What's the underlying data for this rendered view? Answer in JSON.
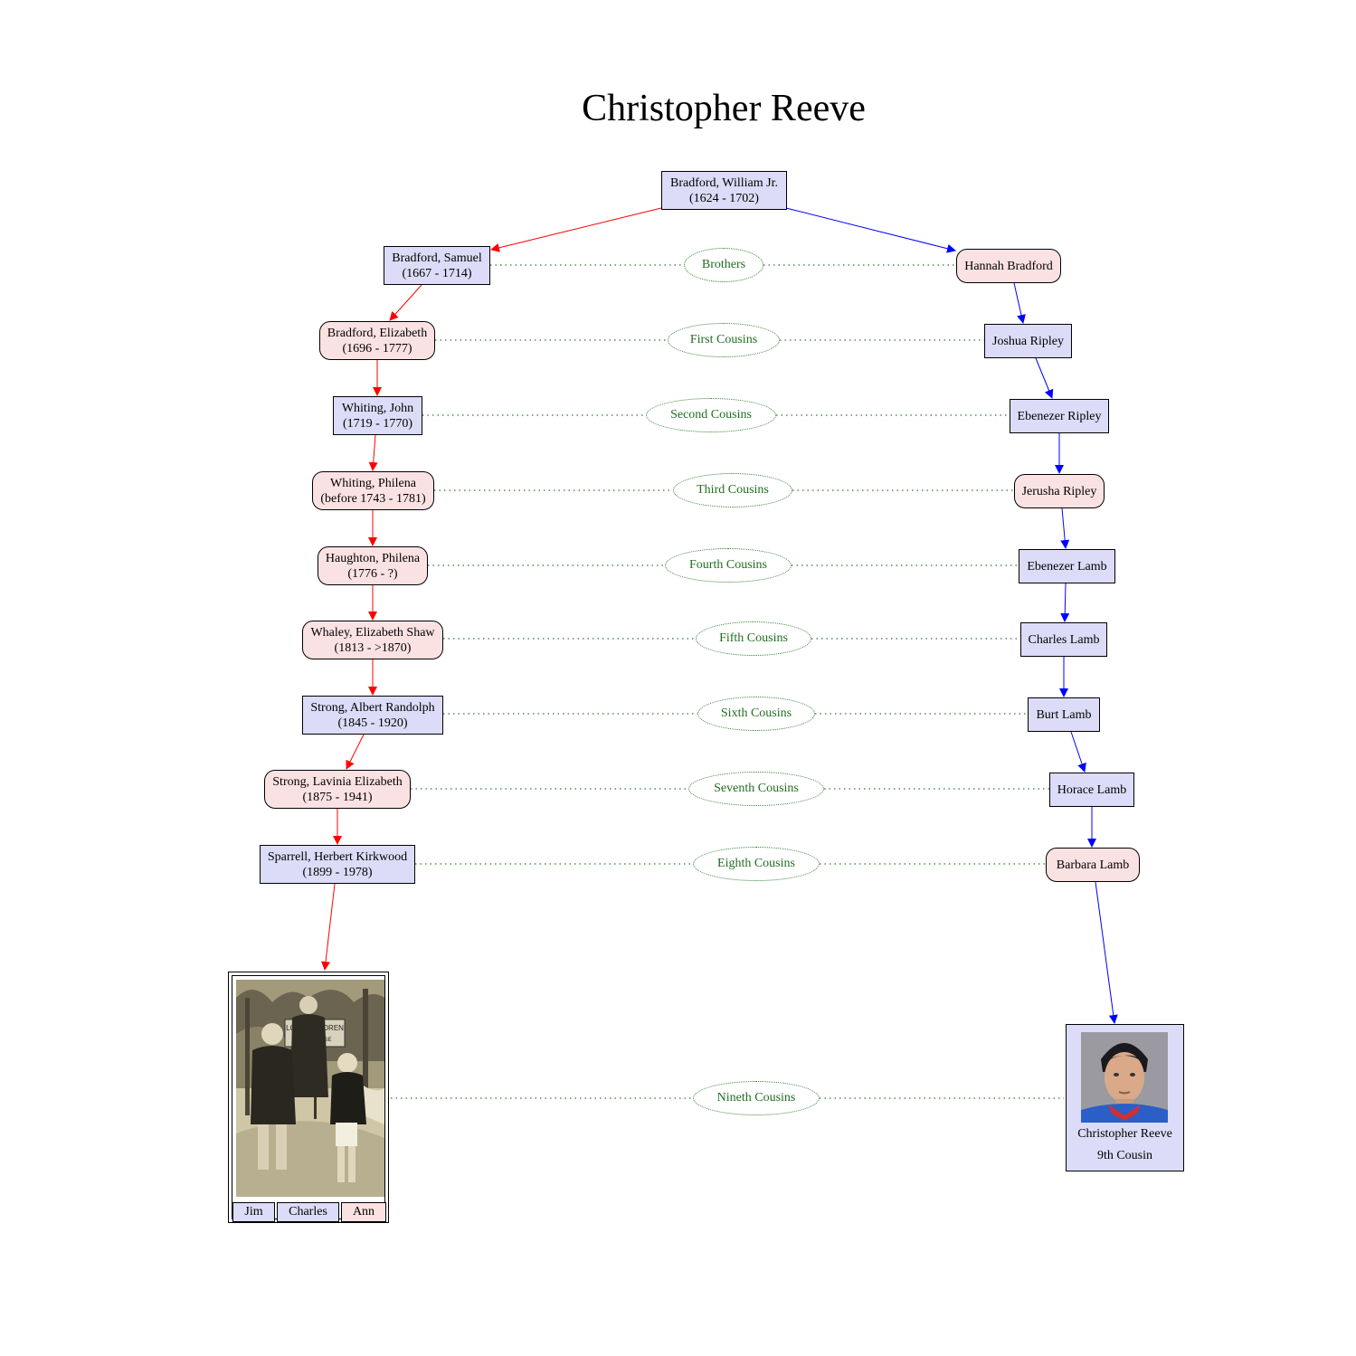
{
  "title": "Christopher Reeve",
  "root": {
    "name": "Bradford, William Jr.",
    "dates": "(1624 - 1702)",
    "sex": "male"
  },
  "left_line": [
    {
      "name": "Bradford, Samuel",
      "dates": "(1667 - 1714)",
      "sex": "male"
    },
    {
      "name": "Bradford, Elizabeth",
      "dates": "(1696 - 1777)",
      "sex": "female"
    },
    {
      "name": "Whiting, John",
      "dates": "(1719 - 1770)",
      "sex": "male"
    },
    {
      "name": "Whiting, Philena",
      "dates": "(before 1743 - 1781)",
      "sex": "female"
    },
    {
      "name": "Haughton, Philena",
      "dates": "(1776 - ?)",
      "sex": "female"
    },
    {
      "name": "Whaley, Elizabeth Shaw",
      "dates": "(1813 - >1870)",
      "sex": "female"
    },
    {
      "name": "Strong, Albert Randolph",
      "dates": "(1845 - 1920)",
      "sex": "male"
    },
    {
      "name": "Strong, Lavinia Elizabeth",
      "dates": "(1875 - 1941)",
      "sex": "female"
    },
    {
      "name": "Sparrell, Herbert Kirkwood",
      "dates": "(1899 - 1978)",
      "sex": "male"
    }
  ],
  "right_line": [
    {
      "name": "Hannah Bradford",
      "sex": "female"
    },
    {
      "name": "Joshua Ripley",
      "sex": "male"
    },
    {
      "name": "Ebenezer Ripley",
      "sex": "male"
    },
    {
      "name": "Jerusha Ripley",
      "sex": "female"
    },
    {
      "name": "Ebenezer Lamb",
      "sex": "male"
    },
    {
      "name": "Charles Lamb",
      "sex": "male"
    },
    {
      "name": "Burt Lamb",
      "sex": "male"
    },
    {
      "name": "Horace Lamb",
      "sex": "male"
    },
    {
      "name": "Barbara Lamb",
      "sex": "female"
    }
  ],
  "relationships": [
    "Brothers",
    "First Cousins",
    "Second Cousins",
    "Third Cousins",
    "Fourth Cousins",
    "Fifth Cousins",
    "Sixth Cousins",
    "Seventh Cousins",
    "Eighth Cousins",
    "Nineth Cousins"
  ],
  "photo_children": [
    {
      "name": "Jim",
      "sex": "male"
    },
    {
      "name": "Charles",
      "sex": "male"
    },
    {
      "name": "Ann",
      "sex": "female"
    }
  ],
  "photo_sign": "LOST CHILDREN",
  "photo_sign_sub": "LION HOUSE",
  "reeve": {
    "name": "Christopher Reeve",
    "relation": "9th Cousin"
  },
  "colors": {
    "left_edge": "#ff0000",
    "right_edge": "#0000ff",
    "relation": "#1f6e1f",
    "male_fill": "#dcdcf8",
    "female_fill": "#fbe2e2"
  }
}
